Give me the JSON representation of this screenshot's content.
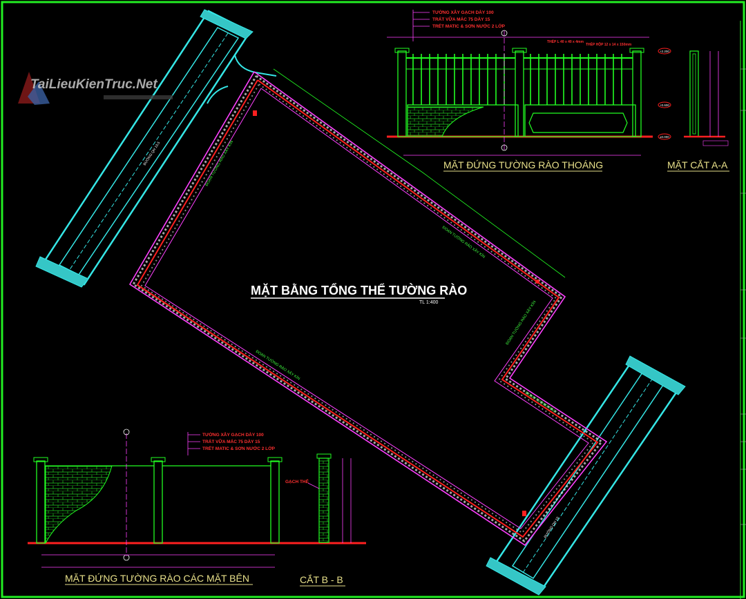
{
  "watermark": {
    "brand": "TaiLieuKienTruc.Net"
  },
  "plan": {
    "title": "MẶT BẰNG TỔNG THỂ TƯỜNG RÀO",
    "scale": "TL 1:400"
  },
  "elevation_open": {
    "title": "MẶT ĐỨNG TƯỜNG RÀO THOÁNG",
    "notes": [
      "TƯỜNG XÂY GẠCH DÀY 100",
      "TRÁT VỮA MÁC 75 DÀY 15",
      "TRÉT MATIC & SƠN NƯỚC 2 LỚP"
    ]
  },
  "section_aa": {
    "title": "MẶT CẮT A-A"
  },
  "elevation_side": {
    "title": "MẶT ĐỨNG TƯỜNG RÀO CÁC MẶT BÊN",
    "notes": [
      "TƯỜNG XÂY GẠCH DÀY 100",
      "TRÁT VỮA MÁC 75 DÀY 15",
      "TRÉT MATIC & SƠN NƯỚC 2 LỚP"
    ]
  },
  "section_bb": {
    "title": "CẮT B - B",
    "note": "GẠCH THẺ"
  },
  "colors": {
    "background": "#000000",
    "frame": "#22ee22",
    "cyan": "#35e6e6",
    "magenta": "#ff40ff",
    "red": "#ff2020",
    "green": "#22ff22",
    "yellow": "#e8e08a"
  }
}
